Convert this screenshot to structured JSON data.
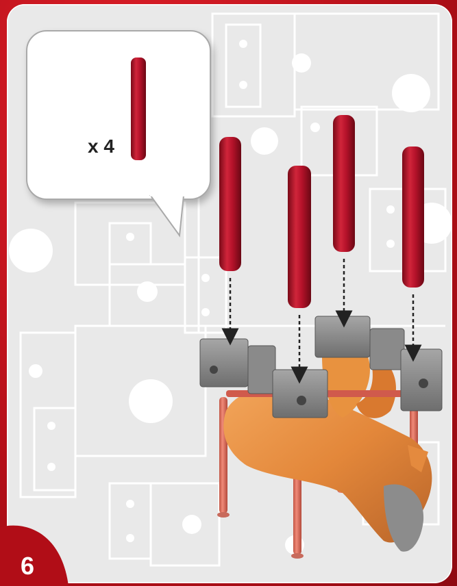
{
  "part": {
    "quantity_label": "x 4",
    "count": 4,
    "name_icon": "red-rod-icon"
  },
  "step": {
    "number": "6"
  },
  "colors": {
    "rod": "#b5122a",
    "frame": "#d11620",
    "panel": "#e9e9e9",
    "block": "#8a8a8a",
    "body": "#e48a3e",
    "legs": "#d86a58"
  }
}
